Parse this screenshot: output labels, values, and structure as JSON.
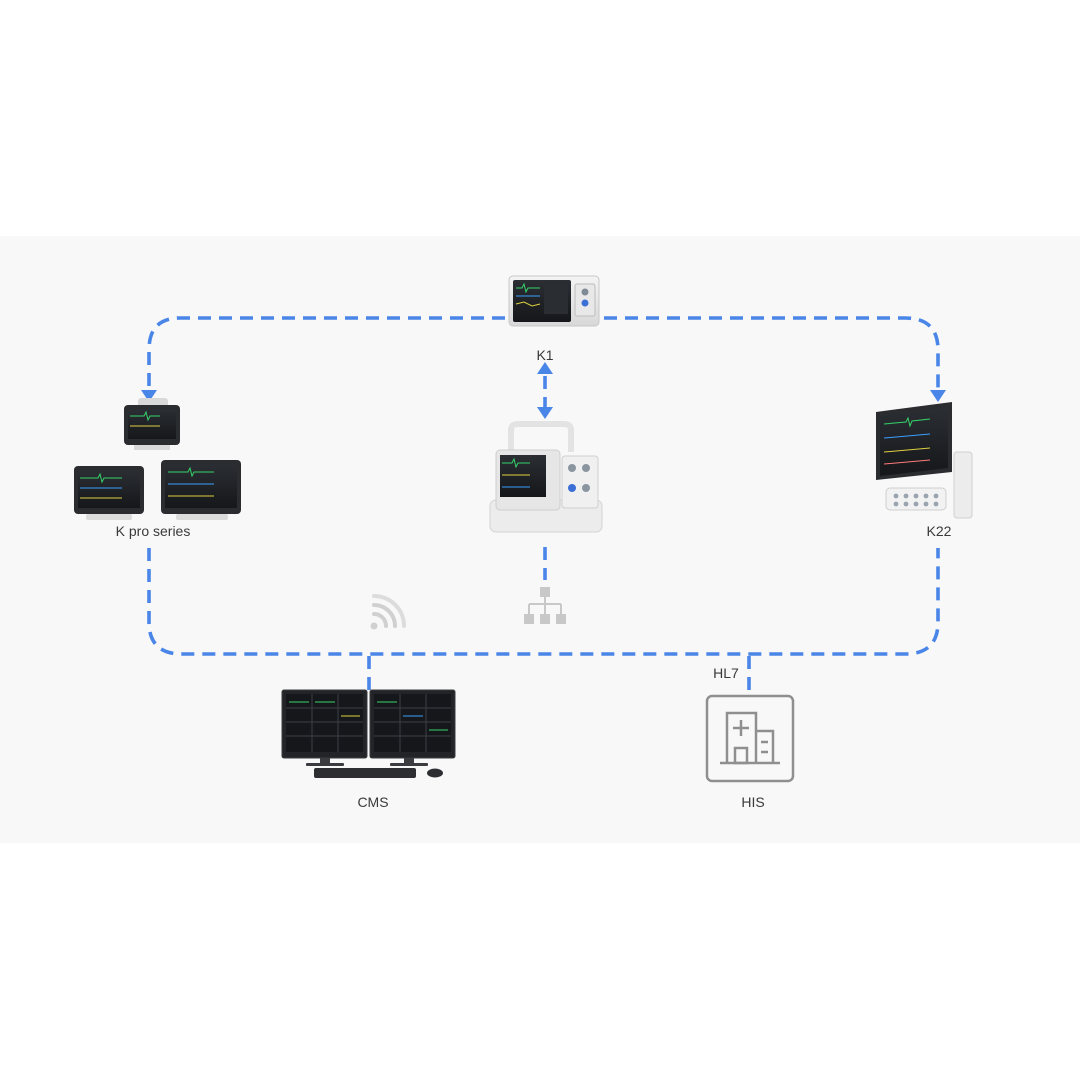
{
  "nodes": {
    "k1": {
      "label": "K1"
    },
    "k_pro": {
      "label": "K pro series"
    },
    "k22": {
      "label": "K22"
    },
    "cms": {
      "label": "CMS"
    },
    "his": {
      "label": "HIS"
    }
  },
  "links": {
    "hl7": {
      "label": "HL7"
    }
  },
  "colors": {
    "link": "#4a86e8",
    "panel_bg": "#f8f8f8",
    "icon_gray": "#9a9a9a",
    "label_text": "#3a3a3a"
  },
  "icons": [
    "wifi-icon",
    "network-tree-icon",
    "hospital-icon"
  ]
}
